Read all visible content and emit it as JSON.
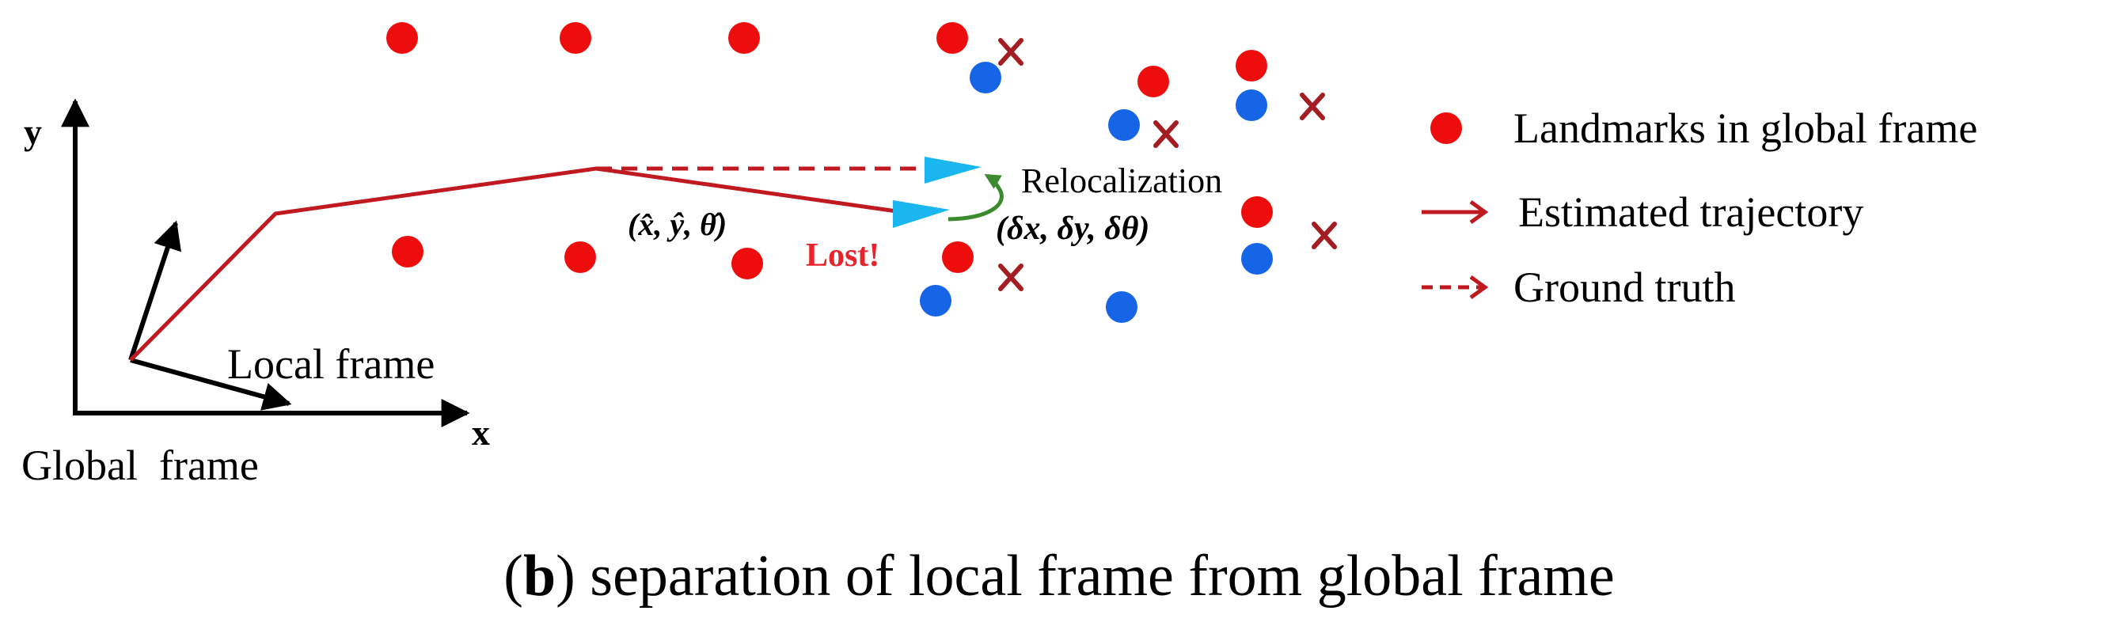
{
  "colors": {
    "landmark_red": "#ee0d0d",
    "observed_blue": "#1565e6",
    "cross_darkred": "#a31d22",
    "trajectory_red": "#c0191f",
    "pose_cyan": "#19b6ef",
    "arc_green": "#3c8a2e",
    "lost_red": "#e8232b",
    "axis_black": "#000000"
  },
  "icons": {
    "landmark": "red-circle-icon",
    "observed": "blue-circle-icon",
    "cross": "x-mark-icon",
    "pose": "cyan-triangle-icon",
    "arc": "curved-arrow-icon"
  },
  "axes": {
    "y_label": "y",
    "x_label": "x",
    "global_frame_label": "Global  frame",
    "local_frame_label": "Local frame"
  },
  "annotations": {
    "estimated_pose": "(x̂, ŷ, θ̂)",
    "lost": "Lost!",
    "relocalization": "Relocalization",
    "delta_pose": "(δx, δy, δθ)"
  },
  "legend": [
    {
      "key": "landmark",
      "label": "Landmarks in global frame"
    },
    {
      "key": "trajectory",
      "label": "Estimated trajectory"
    },
    {
      "key": "ground_truth",
      "label": "Ground truth"
    }
  ],
  "caption": {
    "letter": "b",
    "text": " separation of local frame from global frame"
  }
}
